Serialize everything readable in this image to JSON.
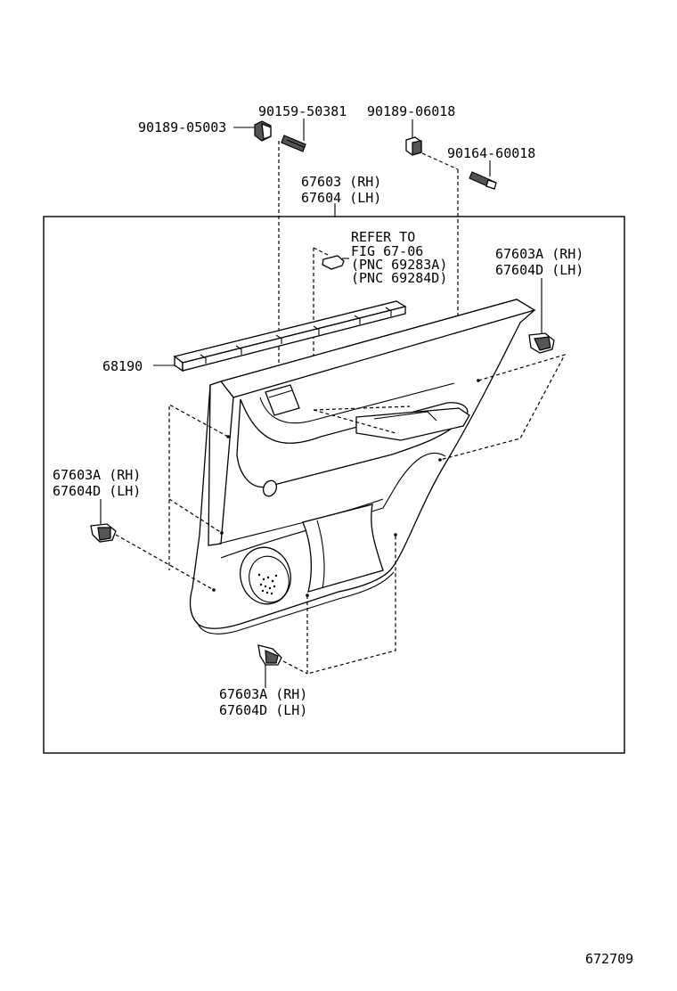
{
  "labels": {
    "nut_90189_05003": "90189-05003",
    "screw_90159_50381": "90159-50381",
    "clip_90189_06018": "90189-06018",
    "screw_90164_60018": "90164-60018",
    "panel_rh": "67603 (RH)",
    "panel_lh": "67604 (LH)",
    "refer_line1": "REFER TO",
    "refer_line2": "FIG 67-06",
    "refer_line3": "(PNC 69283A)",
    "refer_line4": "(PNC 69284D)",
    "clip_upper_right_rh": "67603A (RH)",
    "clip_upper_right_lh": "67604D (LH)",
    "weatherstrip": "68190",
    "clip_left_rh": "67603A (RH)",
    "clip_left_lh": "67604D (LH)",
    "clip_bottom_rh": "67603A (RH)",
    "clip_bottom_lh": "67604D (LH)",
    "figure_number": "672709"
  }
}
